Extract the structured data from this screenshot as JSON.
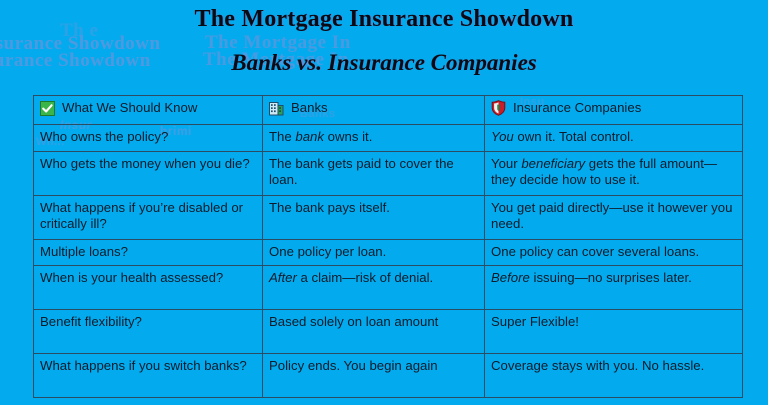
{
  "page": {
    "background_color": "#03ABEE",
    "text_color": "#0d1b2a",
    "border_color": "#2a4d63"
  },
  "heading": {
    "title": "The Mortgage Insurance Showdown",
    "subtitle": "Banks vs. Insurance Companies"
  },
  "artifacts": {
    "ghost_color": "#8e8bd6",
    "items": [
      "isurance Showdown",
      "surance Showdown",
      "Th      e",
      "The Mortgage In",
      "The Mortgage In",
      "Insur",
      "hrimi",
      "Wh...",
      "Banks",
      "Insu"
    ]
  },
  "table": {
    "columns": [
      {
        "icon": "green-check-box-icon",
        "label": "What We Should Know",
        "icon_color": "#3ab54a"
      },
      {
        "icon": "office-building-icon",
        "label": "Banks",
        "icon_color": "#2f9e8f"
      },
      {
        "icon": "shield-icon",
        "label": "Insurance Companies",
        "icon_color": "#c8202a"
      }
    ],
    "rows": [
      {
        "question": "Who owns the policy?",
        "banks": "The bank owns it.",
        "banks_italic": "bank",
        "insurance": "You own it. Total control.",
        "insurance_italic": "You",
        "size": "short"
      },
      {
        "question": "Who gets the money when you die?",
        "banks": "The bank gets paid to cover the loan.",
        "banks_italic": "",
        "insurance": "Your beneficiary gets the full amount—they decide how to use it.",
        "insurance_italic": "beneficiary",
        "size": "tall"
      },
      {
        "question": "What happens if you’re disabled or critically ill?",
        "banks": "The bank pays itself.",
        "banks_italic": "",
        "insurance": "You get paid directly—use it however you need.",
        "insurance_italic": "",
        "size": "tall"
      },
      {
        "question": "Multiple loans?",
        "banks": "One policy per loan.",
        "banks_italic": "",
        "insurance": "One policy can cover several loans.",
        "insurance_italic": "",
        "size": "short"
      },
      {
        "question": "When is your health assessed?",
        "banks": "After a claim—risk of denial.",
        "banks_italic": "After",
        "insurance": "Before issuing—no surprises later.",
        "insurance_italic": "Before",
        "size": "tall"
      },
      {
        "question": "Benefit flexibility?",
        "banks": "Based solely on loan amount",
        "banks_italic": "",
        "insurance": "Super Flexible!",
        "insurance_italic": "",
        "size": "tall"
      },
      {
        "question": "What happens if you switch banks?",
        "banks": "Policy ends. You begin again",
        "banks_italic": "",
        "insurance": "Coverage stays with you. No hassle.",
        "insurance_italic": "",
        "size": "tall"
      }
    ]
  }
}
